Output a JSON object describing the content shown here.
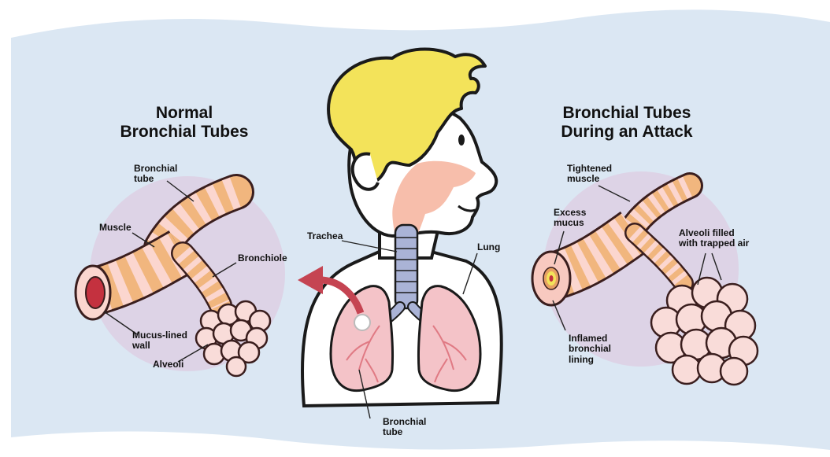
{
  "panels": {
    "normal": {
      "title": "Normal\nBronchial Tubes",
      "labels": {
        "bronchial_tube": "Bronchial\ntube",
        "muscle": "Muscle",
        "bronchiole": "Bronchiole",
        "mucus_lined_wall": "Mucus-lined\nwall",
        "alveoli": "Alveoli"
      }
    },
    "center": {
      "labels": {
        "trachea": "Trachea",
        "lung": "Lung",
        "bronchial_tube": "Bronchial\ntube"
      }
    },
    "attack": {
      "title": "Bronchial Tubes\nDuring an Attack",
      "labels": {
        "tightened_muscle": "Tightened\nmuscle",
        "excess_mucus": "Excess\nmucus",
        "alveoli_trapped_air": "Alveoli filled\nwith trapped air",
        "inflamed_lining": "Inflamed\nbronchial\nlining"
      }
    }
  },
  "colors": {
    "background_band": "#dbe7f3",
    "circle_fill": "#ddd3e6",
    "tube_light": "#fbd6cf",
    "tube_muscle": "#f1b67e",
    "lumen": "#c4313f",
    "hair": "#f3e35a",
    "skin": "#ffffff",
    "airway": "#f6b8a4",
    "trachea": "#aab3d6",
    "lung": "#f4c3c8",
    "arrow": "#c54452",
    "alveoli": "#f9dcd9"
  }
}
